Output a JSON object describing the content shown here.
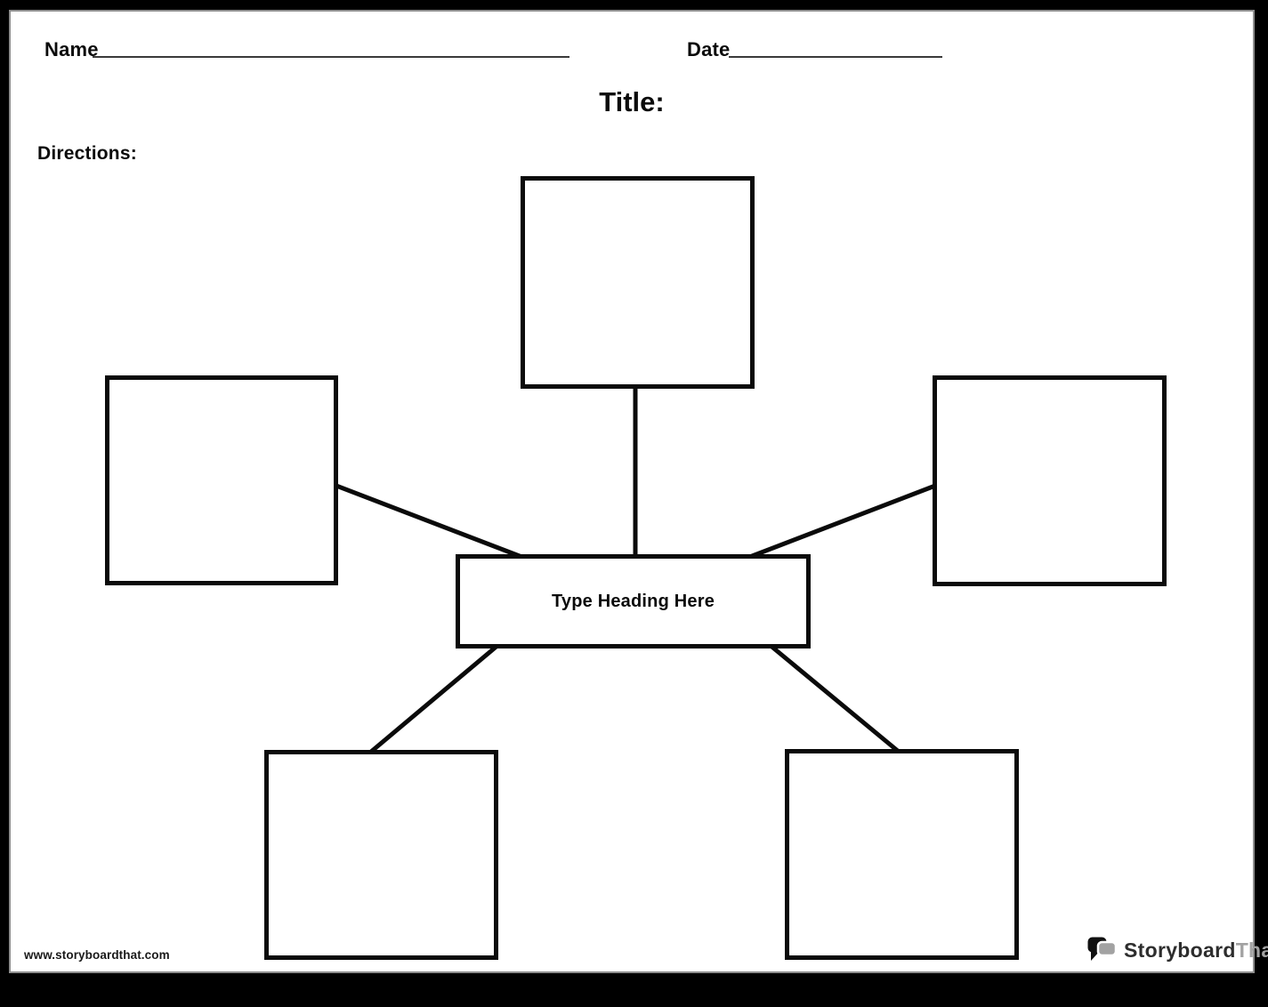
{
  "header": {
    "name_label": "Name",
    "date_label": "Date",
    "title_label": "Title:",
    "directions_label": "Directions:"
  },
  "diagram": {
    "type": "spider-map",
    "center_heading": "Type Heading Here",
    "outer_box_count": 5,
    "outer_boxes": [
      "top",
      "left",
      "right",
      "bottom-left",
      "bottom-right"
    ]
  },
  "footer": {
    "website_url": "www.storyboardthat.com",
    "logo": {
      "primary": "Storyboard",
      "secondary": "That"
    }
  },
  "colors": {
    "frame": "#000000",
    "page": "#ffffff",
    "ink": "#0b0b0b",
    "rule": "#3a3a3a",
    "logo_primary": "#2d2d2d",
    "logo_secondary": "#a2a2a2"
  }
}
